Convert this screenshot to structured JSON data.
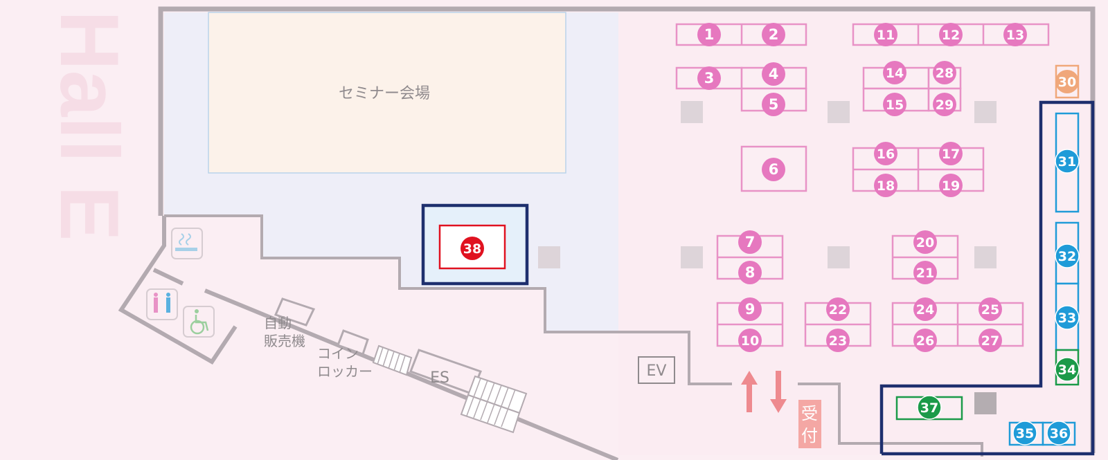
{
  "hall_label": "Hall E",
  "labels": {
    "seminar": "セミナー会場",
    "vending_1": "自動",
    "vending_2": "販売機",
    "locker_1": "コイン",
    "locker_2": "ロッカー",
    "escalator": "ES",
    "elevator": "EV",
    "reception_1": "受",
    "reception_2": "付"
  },
  "colors": {
    "pink_booth": "#e892c6",
    "pink_badge": "#e678bf",
    "blue_booth": "#1f9bd8",
    "green_booth": "#1b9a49",
    "orange_booth": "#f0a77a",
    "red_booth": "#e01220",
    "highlight_frame": "#1e2f6e",
    "arrow": "#ee8a8f",
    "wall": "#b3aab0"
  },
  "icons": [
    "smoking-area-icon",
    "restroom-icon",
    "wheelchair-icon"
  ],
  "booths": {
    "pink": [
      "1",
      "2",
      "3",
      "4",
      "5",
      "6",
      "7",
      "8",
      "9",
      "10",
      "11",
      "12",
      "13",
      "14",
      "15",
      "16",
      "17",
      "18",
      "19",
      "20",
      "21",
      "22",
      "23",
      "24",
      "25",
      "26",
      "27",
      "28",
      "29"
    ],
    "orange": [
      "30"
    ],
    "blue": [
      "31",
      "32",
      "33",
      "35",
      "36"
    ],
    "green": [
      "34",
      "37"
    ],
    "red": [
      "38"
    ]
  }
}
